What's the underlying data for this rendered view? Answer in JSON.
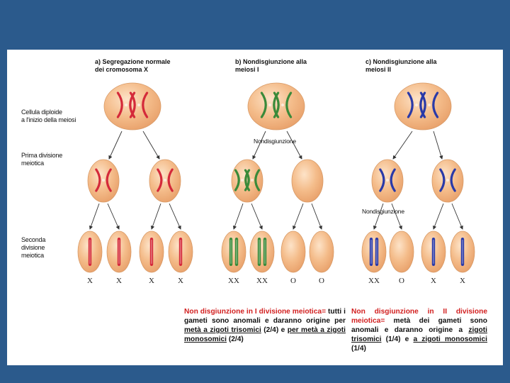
{
  "headers": {
    "a": "a)  Segregazione normale\n      dei cromosoma X",
    "b": "b)  Nondisgiunzione alla\n      meiosi I",
    "c": "c)  Nondisgiunzione alla\n      meiosi II"
  },
  "row_labels": {
    "cell": "Cellula diploide\na l'inizio della meiosi",
    "first": "Prima divisione\nmeiotica",
    "second": "Seconda\ndivisione\nmeiotica"
  },
  "nondisjunction_label": "Nondisgiunzione",
  "genotypes": {
    "a": [
      "X",
      "X",
      "X",
      "X"
    ],
    "b": [
      "XX",
      "XX",
      "O",
      "O"
    ],
    "c": [
      "XX",
      "O",
      "X",
      "X"
    ]
  },
  "colors": {
    "cell_fill": "#f2b785",
    "cell_light": "#fbdcbc",
    "chrom_a": "#d42a3a",
    "chrom_b": "#3a8a3a",
    "chrom_c": "#2a3aa8",
    "accent_red": "#d22020",
    "background": "#2b5a8c"
  },
  "notes": {
    "left": {
      "lead": "Non disgiunzione in I divisione meiotica=",
      "p1": " tutti i gameti sono anomali e daranno origine per ",
      "u1": "metà a zigoti trisomici",
      "p2": " (2/4) e ",
      "u2": "per metà a zigoti monosomici",
      "p3": " (2/4)"
    },
    "right": {
      "lead": "Non disgiunzione in II divisione meiotica=",
      "p1": " metà dei gameti sono anomali e daranno origine a ",
      "u1": "zigoti trisomici",
      "p2": " (1/4) e ",
      "u2": "a zigoti monosomici",
      "p3": " (1/4)"
    }
  }
}
